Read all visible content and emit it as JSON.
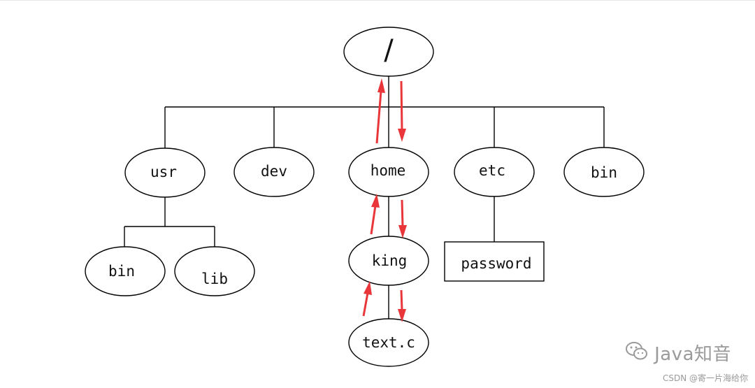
{
  "nodes": {
    "root": "/",
    "usr": "usr",
    "dev": "dev",
    "home": "home",
    "etc": "etc",
    "bin_top": "bin",
    "bin_usr": "bin",
    "lib": "lib",
    "king": "king",
    "text_c": "text.c",
    "password": "password"
  },
  "arrow_color": "#e8363a",
  "watermark": {
    "text": "Java知音",
    "icon": "wechat-icon",
    "csdn": "CSDN @寄一片海给你"
  }
}
